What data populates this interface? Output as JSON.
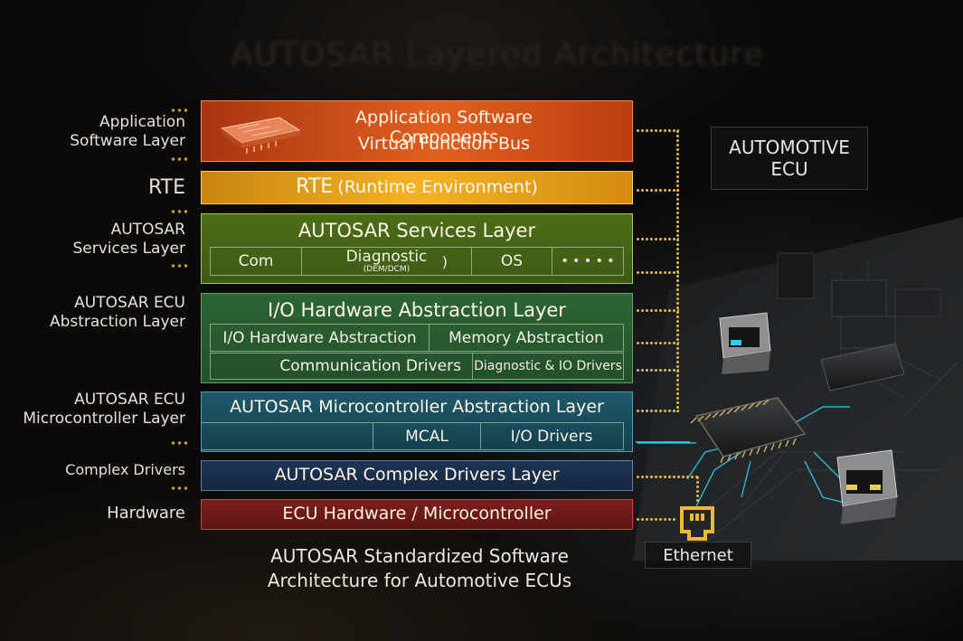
{
  "ghost_title": "AUTOSAR Layered Architecture",
  "left_labels": {
    "application_1": "Application",
    "application_2": "Software Layer",
    "rte": "RTE",
    "services_1": "AUTOSAR",
    "services_2": "Services Layer",
    "ecu_abs_1": "AUTOSAR ECU",
    "ecu_abs_2": "Abstraction Layer",
    "micro_1": "AUTOSAR ECU",
    "micro_2": "Microcontroller Layer",
    "complex": "Complex Drivers",
    "hardware": "Hardware"
  },
  "layers": {
    "application": {
      "line1": "Application Software Components",
      "line2": "Virtual Function Bus"
    },
    "rte": {
      "title": "RTE",
      "subtitle": "(Runtime Environment)"
    },
    "services": {
      "title": "AUTOSAR Services Layer",
      "cells": [
        "Com",
        "Diagnostic",
        "OS",
        "• • • • •"
      ],
      "diag_sub": "(DEM/DCM)",
      "diag_suffix": ")"
    },
    "io_abs": {
      "title": "I/O Hardware Abstraction Layer",
      "row1": [
        "I/O Hardware Abstraction",
        "Memory Abstraction"
      ],
      "row2": [
        "Communication Drivers",
        "Diagnostic & IO Drivers"
      ]
    },
    "mcal": {
      "title": "AUTOSAR Microcontroller Abstraction Layer",
      "cells": [
        "",
        "MCAL",
        "I/O Drivers"
      ]
    },
    "complex": {
      "title": "AUTOSAR Complex Drivers Layer"
    },
    "hardware": {
      "title": "ECU Hardware / Microcontroller"
    }
  },
  "right": {
    "ecu_line1": "AUTOMOTIVE",
    "ecu_line2": "ECU",
    "ethernet": "Ethernet"
  },
  "caption": {
    "line1": "AUTOSAR Standardized Software",
    "line2": "Architecture for Automotive ECUs"
  },
  "colors": {
    "application": "#d2521a",
    "rte": "#e7a51c",
    "services": "#5a7d1f",
    "io_abs": "#2f6b3a",
    "mcal": "#1c5566",
    "complex": "#1f3550",
    "hardware": "#7c1f1f",
    "connector": "#e0b24a"
  }
}
